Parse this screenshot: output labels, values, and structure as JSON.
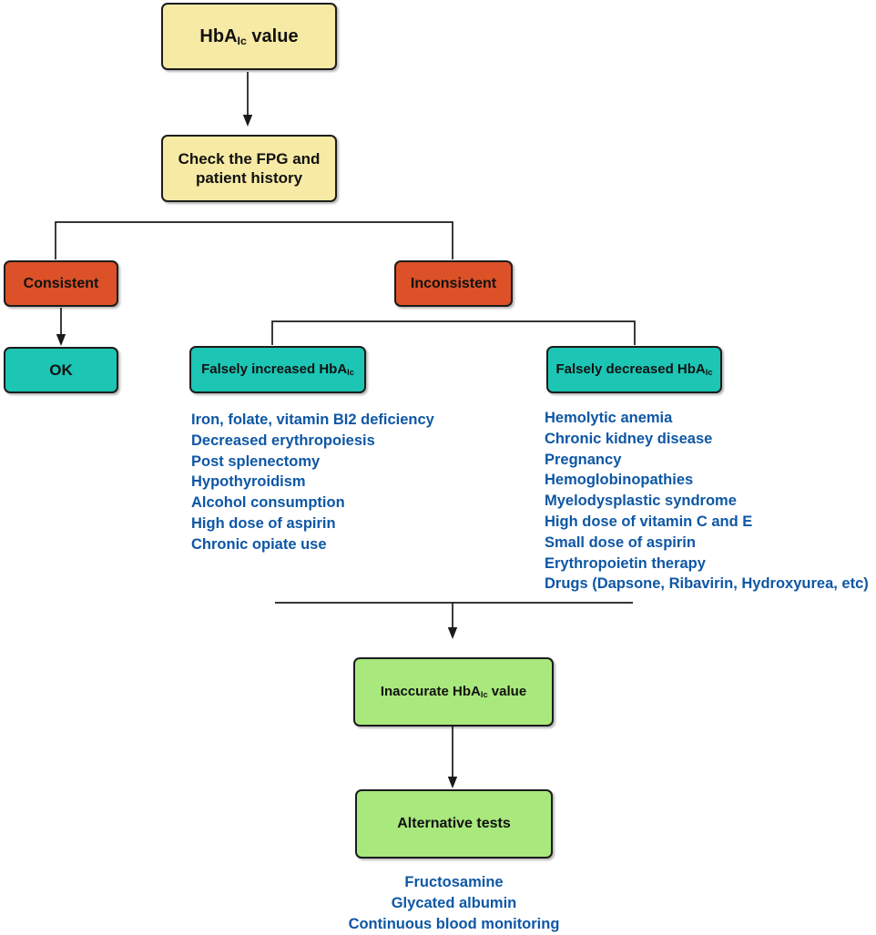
{
  "colors": {
    "yellow": "#F7EAA5",
    "orange": "#DC5127",
    "teal": "#1CC5B4",
    "green": "#A8E87C",
    "blue_text": "#0E57A5",
    "line": "#1A1A1A"
  },
  "boxes": {
    "hba_value": {
      "pre": "HbA",
      "sub": "Ic",
      "post": " value"
    },
    "check_fpg": {
      "label": "Check the FPG and patient history"
    },
    "consistent": {
      "label": "Consistent"
    },
    "inconsistent": {
      "label": "Inconsistent"
    },
    "ok": {
      "label": "OK"
    },
    "falsely_increased": {
      "pre": "Falsely increased HbA",
      "sub": "Ic"
    },
    "falsely_decreased": {
      "pre": "Falsely decreased HbA",
      "sub": "Ic"
    },
    "inaccurate": {
      "pre": "Inaccurate HbA",
      "sub": "Ic",
      "post": " value"
    },
    "alternative_tests": {
      "label": "Alternative tests"
    }
  },
  "lists": {
    "falsely_increased_causes": [
      "Iron, folate, vitamin BI2 deficiency",
      "Decreased erythropoiesis",
      "Post splenectomy",
      "Hypothyroidism",
      "Alcohol consumption",
      "High dose of aspirin",
      "Chronic opiate use"
    ],
    "falsely_decreased_causes": [
      "Hemolytic anemia",
      "Chronic kidney disease",
      "Pregnancy",
      "Hemoglobinopathies",
      "Myelodysplastic syndrome",
      "High dose of vitamin C and E",
      "Small dose of aspirin",
      "Erythropoietin therapy",
      "Drugs (Dapsone, Ribavirin, Hydroxyurea, etc)"
    ],
    "alternative_test_options": [
      "Fructosamine",
      "Glycated albumin",
      "Continuous blood monitoring"
    ]
  }
}
